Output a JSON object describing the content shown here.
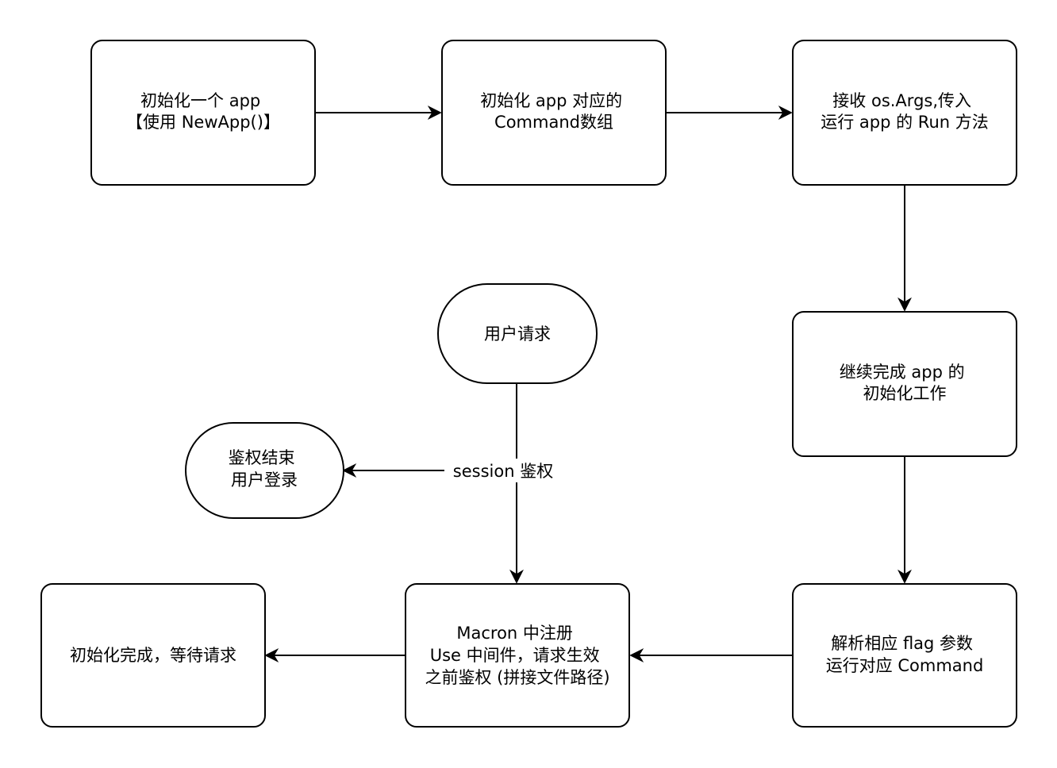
{
  "nodes": {
    "init_app": {
      "lines": [
        "初始化一个 app",
        "【使用 NewApp()】"
      ]
    },
    "init_commands": {
      "lines": [
        "初始化 app 对应的",
        "Command数组"
      ]
    },
    "receive_args": {
      "lines": [
        "接收 os.Args,传入",
        "运行 app 的 Run 方法"
      ]
    },
    "continue_init": {
      "lines": [
        "继续完成 app 的",
        "初始化工作"
      ]
    },
    "parse_flags": {
      "lines": [
        "解析相应 flag 参数",
        "运行对应 Command"
      ]
    },
    "macron_register": {
      "lines": [
        "Macron 中注册",
        "Use 中间件，请求生效",
        "之前鉴权 (拼接文件路径)"
      ]
    },
    "init_done": {
      "lines": [
        "初始化完成，等待请求"
      ]
    },
    "user_request": {
      "lines": [
        "用户请求"
      ]
    },
    "auth_end": {
      "lines": [
        "鉴权结束",
        "用户登录"
      ]
    }
  },
  "edges": {
    "session_auth_label": "session 鉴权"
  },
  "colors": {
    "stroke": "#000000",
    "fill": "#ffffff"
  }
}
